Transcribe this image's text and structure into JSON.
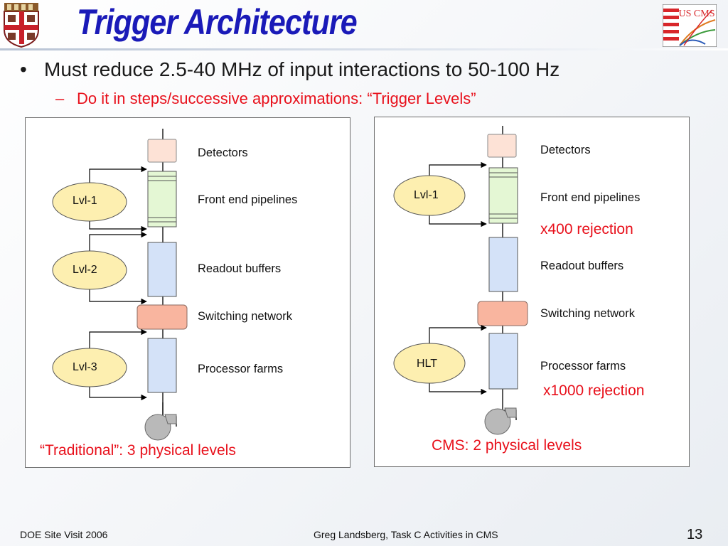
{
  "slide": {
    "title": "Trigger Architecture",
    "bullet": "Must reduce 2.5-40 MHz of input interactions to 50-100 Hz",
    "bullet_marker": "•",
    "sub_bullet": "Do it in steps/successive approximations: “Trigger Levels”",
    "sub_bullet_marker": "–"
  },
  "logos": {
    "right_text": "US CMS"
  },
  "traditional": {
    "labels": {
      "detectors": "Detectors",
      "pipelines": "Front end pipelines",
      "readout": "Readout buffers",
      "switching": "Switching network",
      "farms": "Processor farms"
    },
    "levels": [
      "Lvl-1",
      "Lvl-2",
      "Lvl-3"
    ],
    "caption": "“Traditional”: 3 physical levels"
  },
  "cms": {
    "labels": {
      "detectors": "Detectors",
      "pipelines": "Front  end pipelines",
      "readout": "Readout buffers",
      "switching": "Switching network",
      "farms": "Processor farms"
    },
    "rejection_1": "x400 rejection",
    "rejection_2": "x1000 rejection",
    "levels": [
      "Lvl-1",
      "HLT"
    ],
    "caption": "CMS: 2 physical levels"
  },
  "footer": {
    "left": "DOE Site Visit 2006",
    "center": "Greg Landsberg, Task C Activities in CMS",
    "page": "13"
  },
  "colors": {
    "title": "#1a1ab8",
    "red": "#e8101b",
    "detector": "#fde2d6",
    "pipeline": "#e4f7d4",
    "buffer": "#d4e2f8",
    "switch": "#f9b59f",
    "oval": "#fdefb0"
  }
}
